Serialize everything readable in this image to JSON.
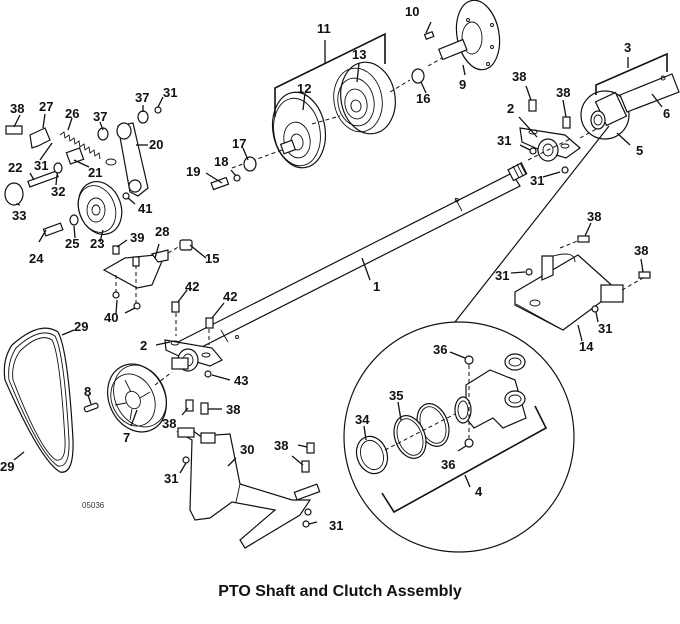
{
  "title": "PTO Shaft and Clutch Assembly",
  "drawing_code": "05036",
  "callouts": {
    "c1": "1",
    "c2a": "2",
    "c2b": "2",
    "c3": "3",
    "c4": "4",
    "c5": "5",
    "c6": "6",
    "c7": "7",
    "c8": "8",
    "c9": "9",
    "c10": "10",
    "c11": "11",
    "c12": "12",
    "c13": "13",
    "c14": "14",
    "c15": "15",
    "c16": "16",
    "c17": "17",
    "c18": "18",
    "c19": "19",
    "c20": "20",
    "c21": "21",
    "c22": "22",
    "c23": "23",
    "c24": "24",
    "c25": "25",
    "c26": "26",
    "c27": "27",
    "c28": "28",
    "c29a": "29",
    "c29b": "29",
    "c30": "30",
    "c31a": "31",
    "c31b": "31",
    "c31c": "31",
    "c31d": "31",
    "c31e": "31",
    "c31f": "31",
    "c31g": "31",
    "c31h": "31",
    "c32": "32",
    "c33": "33",
    "c34": "34",
    "c35": "35",
    "c36a": "36",
    "c36b": "36",
    "c37a": "37",
    "c37b": "37",
    "c38a": "38",
    "c38b": "38",
    "c38c": "38",
    "c38d": "38",
    "c38e": "38",
    "c38f": "38",
    "c38g": "38",
    "c38h": "38",
    "c39": "39",
    "c40": "40",
    "c41": "41",
    "c42a": "42",
    "c42b": "42",
    "c43": "43"
  }
}
